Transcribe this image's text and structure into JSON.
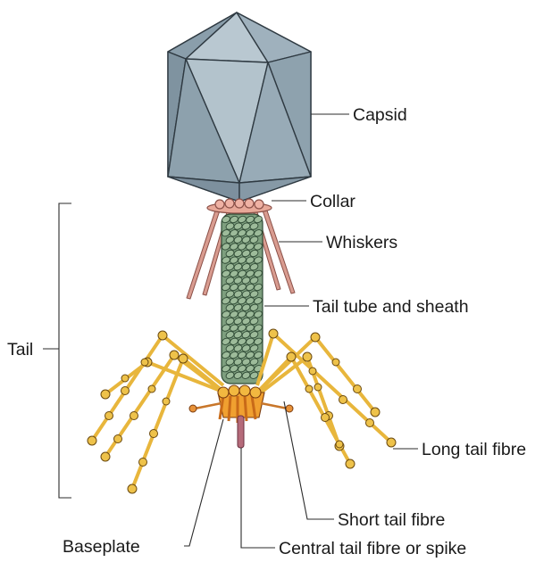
{
  "labels": {
    "capsid": "Capsid",
    "collar": "Collar",
    "whiskers": "Whiskers",
    "tail_tube": "Tail tube and sheath",
    "tail": "Tail",
    "long_fibre": "Long tail fibre",
    "short_fibre": "Short tail fibre",
    "baseplate": "Baseplate",
    "spike": "Central tail fibre or spike"
  },
  "colors": {
    "capsid_light": "#a9b9c4",
    "capsid_mid": "#94a7b4",
    "capsid_dark": "#7d909e",
    "outline": "#2f3a42",
    "collar": "#e8a898",
    "whiskers": "#d99c90",
    "sheath": "#8fae8e",
    "fibre": "#e8b63c",
    "baseplate": "#f0a030",
    "spike": "#b56b7a"
  }
}
